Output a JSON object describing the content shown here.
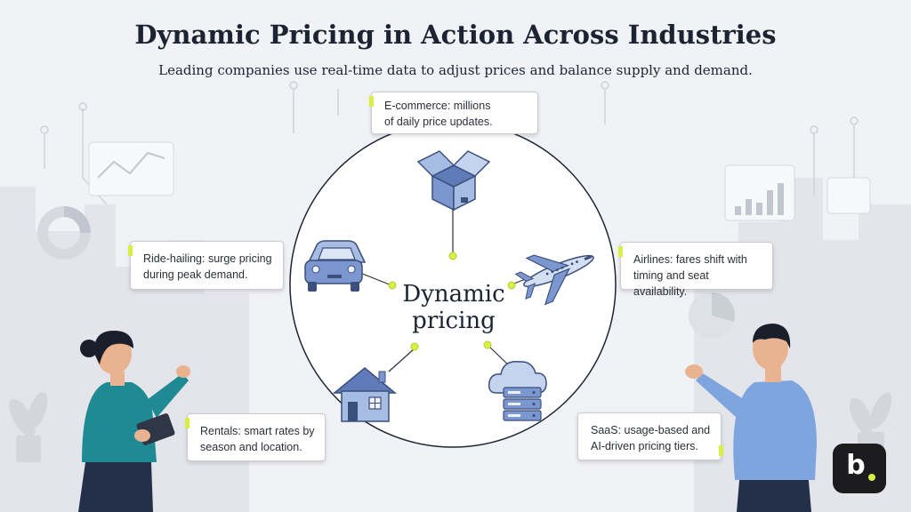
{
  "header": {
    "title": "Dynamic Pricing in Action Across Industries",
    "subtitle": "Leading companies use real-time data to adjust prices and balance supply and demand."
  },
  "diagram": {
    "center_label_line1": "Dynamic",
    "center_label_line2": "pricing",
    "nodes": [
      {
        "id": "ecommerce",
        "icon": "open-box-icon",
        "text_line1": "E-commerce: millions",
        "text_line2": "of daily price updates."
      },
      {
        "id": "ride-hailing",
        "icon": "car-icon",
        "text_line1": "Ride-hailing: surge pricing",
        "text_line2": "during peak demand."
      },
      {
        "id": "airlines",
        "icon": "airplane-icon",
        "text_line1": "Airlines: fares shift with",
        "text_line2": "timing and seat availability."
      },
      {
        "id": "rentals",
        "icon": "house-icon",
        "text_line1": "Rentals: smart rates by",
        "text_line2": "season and location."
      },
      {
        "id": "saas",
        "icon": "cloud-server-icon",
        "text_line1": "SaaS: usage-based and",
        "text_line2": "AI-driven pricing tiers."
      }
    ]
  },
  "colors": {
    "accent": "#d8f044",
    "icon_blue": "#7c97cf",
    "icon_dark": "#3b4f7c",
    "text": "#1c2433",
    "background": "#f1f2f6"
  },
  "brand": {
    "logo_letter": "b"
  }
}
